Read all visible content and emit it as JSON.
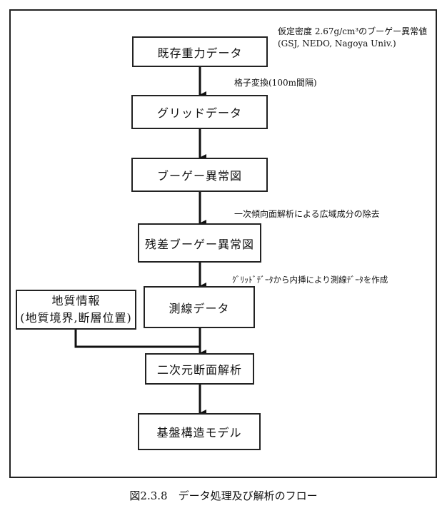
{
  "boxes": {
    "existing_gravity": "既存重力データ",
    "grid_data": "グリッドデータ",
    "bouguer_map": "ブーゲー異常図",
    "residual_bouguer": "残差ブーゲー異常図",
    "survey_line": "測線データ",
    "geology_info": {
      "line1": "地質情報",
      "line2": "(地質境界,断層位置)"
    },
    "section_2d": "二次元断面解析",
    "basement_model": "基盤構造モデル"
  },
  "notes": {
    "density_line1": "仮定密度 2.67g/cm³のブーゲー異常値",
    "density_line2": "(GSJ, NEDO, Nagoya Univ.)",
    "grid_conversion": "格子変換(100m間隔)",
    "trend_removal": "一次傾向面解析による広域成分の除去",
    "interpolation": "ｸﾞﾘｯﾄﾞﾃﾞｰﾀから内挿により測線ﾃﾞｰﾀを作成"
  },
  "caption": "図2.3.8　データ処理及び解析のフロー"
}
